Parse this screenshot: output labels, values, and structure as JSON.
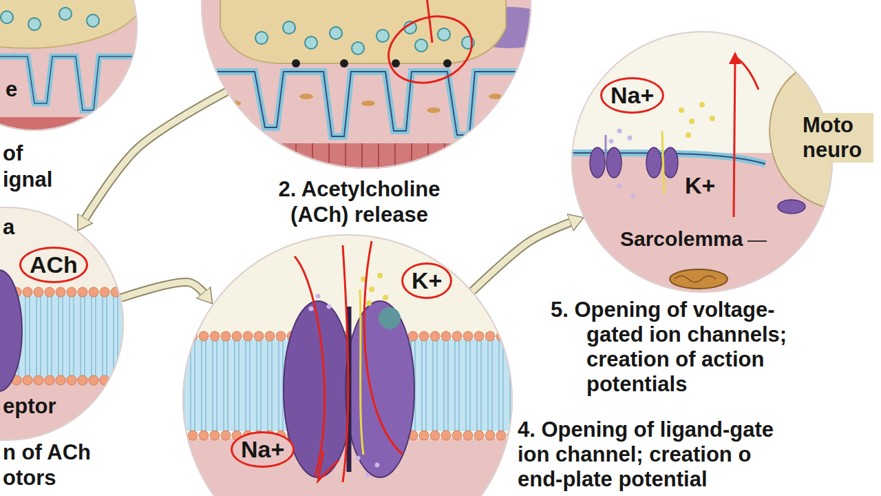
{
  "diagram": {
    "nodes": [
      {
        "text": [
          "e",
          "of ignal"
        ]
      },
      {
        "text": [
          "2. Acetylcholine (ACh) release"
        ]
      },
      {
        "text": [
          "a",
          "ACh",
          "eptor",
          "n of ACh otors"
        ]
      },
      {
        "text": [
          "K+",
          "Na+",
          "4. Opening of ligand-gate ion channel; creation o end-plate potential"
        ]
      },
      {
        "text": [
          "Na+",
          "K+",
          "Moto neuro",
          "Sarcolemma",
          "5. Opening of voltage- gated ion channels; creation of action potentials"
        ]
      }
    ],
    "edges": [
      {
        "from": 1,
        "to": 2,
        "arrow": "to"
      },
      {
        "from": 2,
        "to": 3,
        "arrow": "to"
      },
      {
        "from": 3,
        "to": 4,
        "arrow": "to"
      }
    ]
  }
}
